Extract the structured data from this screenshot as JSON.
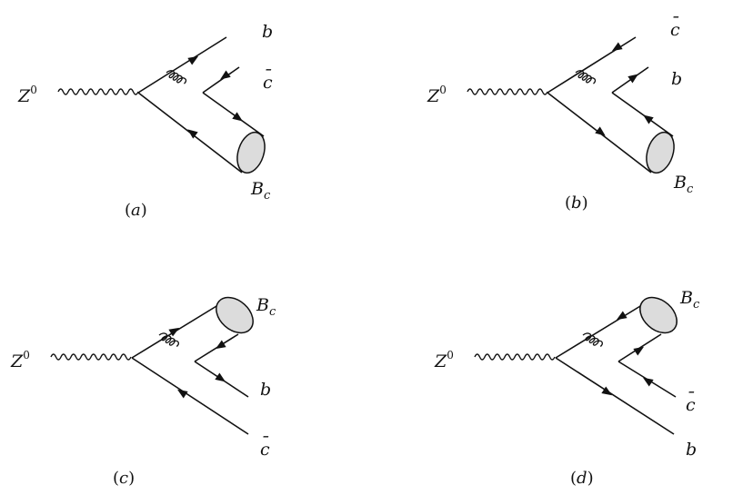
{
  "labels": {
    "z": "Z",
    "z_sup": "0",
    "bc_main": "B",
    "bc_sub": "c",
    "b": "b",
    "c": "c",
    "bar": "¯"
  },
  "captions": {
    "a": "a",
    "b": "b",
    "c": "c",
    "d": "d",
    "open": "(",
    "close": ")"
  }
}
